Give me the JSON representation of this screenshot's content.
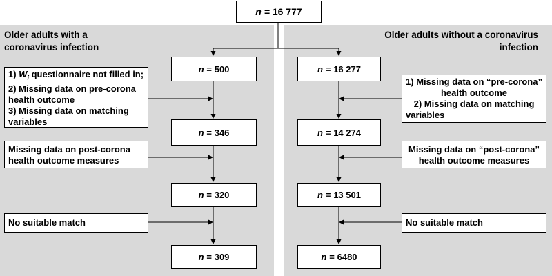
{
  "top": {
    "n": "16 777"
  },
  "left": {
    "title": "Older adults with a coronavirus infection",
    "counts": [
      "500",
      "346",
      "320",
      "309"
    ],
    "exclusions": [
      {
        "lines": [
          {
            "prefix": "1) ",
            "w": "W",
            "sub": "i",
            "rest": " questionnaire not filled in;"
          },
          {
            "text": "2) Missing data on pre-corona"
          },
          {
            "text": "health outcome"
          },
          {
            "text": "3) Missing data on matching"
          },
          {
            "text": "variables"
          }
        ]
      },
      {
        "lines": [
          {
            "text": "Missing data on post-corona"
          },
          {
            "text": "health outcome measures"
          }
        ]
      },
      {
        "lines": [
          {
            "text": "No suitable match"
          }
        ]
      }
    ]
  },
  "right": {
    "title": "Older adults without a coronavirus infection",
    "counts": [
      "16 277",
      "14 274",
      "13 501",
      "6480"
    ],
    "exclusions": [
      {
        "lines": [
          {
            "text": "1) Missing data on “pre-corona”"
          },
          {
            "text": "health outcome"
          },
          {
            "text": "2) Missing data on matching"
          },
          {
            "text": "variables"
          }
        ]
      },
      {
        "lines": [
          {
            "text": "Missing data on “post-corona”"
          },
          {
            "text": "health outcome measures"
          }
        ]
      },
      {
        "lines": [
          {
            "text": "No suitable match"
          }
        ]
      }
    ]
  },
  "n_label": "n ="
}
